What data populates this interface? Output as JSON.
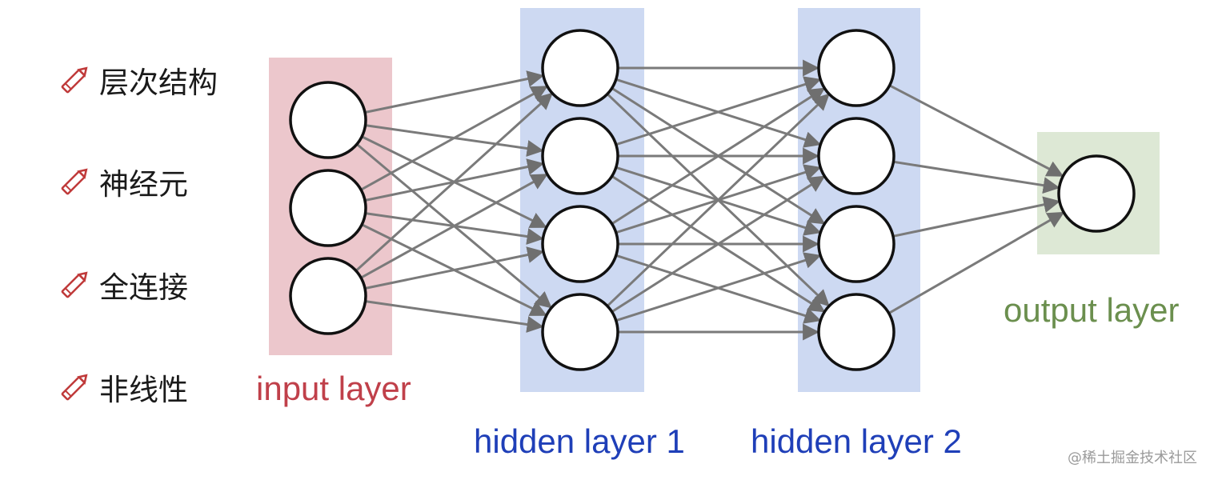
{
  "bullets": [
    {
      "text": "层次结构",
      "icon": "pencil-icon"
    },
    {
      "text": "神经元",
      "icon": "pencil-icon"
    },
    {
      "text": "全连接",
      "icon": "pencil-icon"
    },
    {
      "text": "非线性",
      "icon": "pencil-icon"
    }
  ],
  "layers": [
    {
      "label": "input layer",
      "nodes": 3,
      "band_color": "#ecc7cc",
      "label_color": "#c0404a"
    },
    {
      "label": "hidden layer 1",
      "nodes": 4,
      "band_color": "#cdd9f2",
      "label_color": "#1f3fb8"
    },
    {
      "label": "hidden layer 2",
      "nodes": 4,
      "band_color": "#cdd9f2",
      "label_color": "#1f3fb8"
    },
    {
      "label": "output layer",
      "nodes": 1,
      "band_color": "#dde8d5",
      "label_color": "#6b8f4e"
    }
  ],
  "colors": {
    "edge": "#7a7a7a",
    "node_fill": "#ffffff",
    "node_stroke": "#111111",
    "pencil": "#c03a3a"
  },
  "watermark": "@稀土掘金技术社区"
}
